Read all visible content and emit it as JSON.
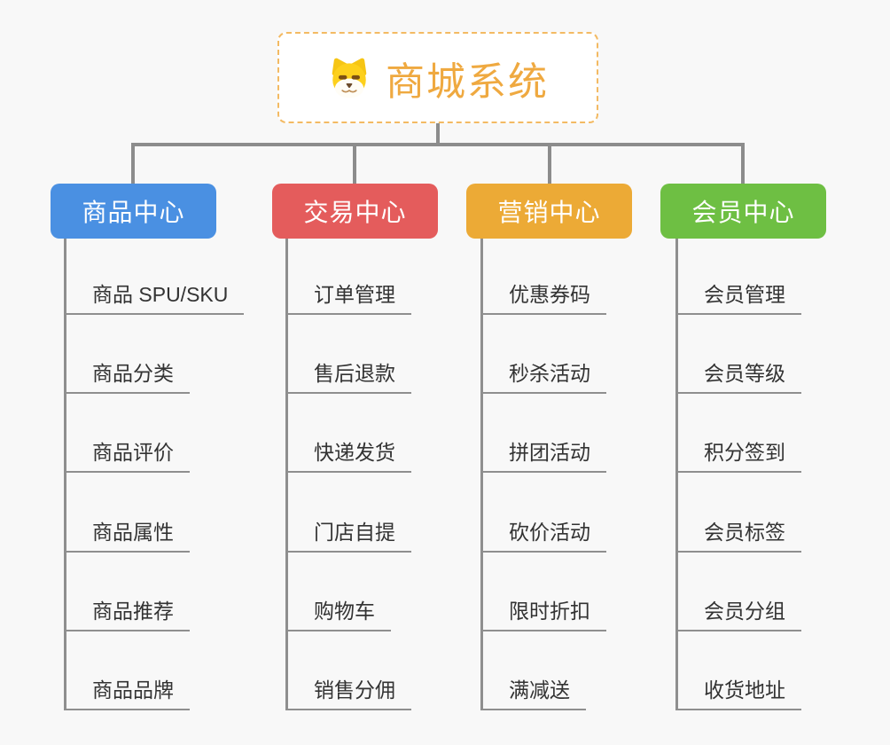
{
  "root": {
    "label": "商城系统",
    "accent_color": "#efa940",
    "border_color": "#f3ba63",
    "icon": "dog-icon"
  },
  "canvas": {
    "background_color": "#f8f8f8",
    "connector_color": "#8c8c8c",
    "leaf_line_color": "#8f8f8f",
    "leaf_text_color": "#333333"
  },
  "branches": [
    {
      "label": "商品中心",
      "color": "#4a90e2",
      "children": [
        "商品 SPU/SKU",
        "商品分类",
        "商品评价",
        "商品属性",
        "商品推荐",
        "商品品牌"
      ]
    },
    {
      "label": "交易中心",
      "color": "#e45c5c",
      "children": [
        "订单管理",
        "售后退款",
        "快递发货",
        "门店自提",
        "购物车",
        "销售分佣"
      ]
    },
    {
      "label": "营销中心",
      "color": "#ecaa36",
      "children": [
        "优惠券码",
        "秒杀活动",
        "拼团活动",
        "砍价活动",
        "限时折扣",
        "满减送"
      ]
    },
    {
      "label": "会员中心",
      "color": "#6ebf43",
      "children": [
        "会员管理",
        "会员等级",
        "积分签到",
        "会员标签",
        "会员分组",
        "收货地址"
      ]
    }
  ]
}
